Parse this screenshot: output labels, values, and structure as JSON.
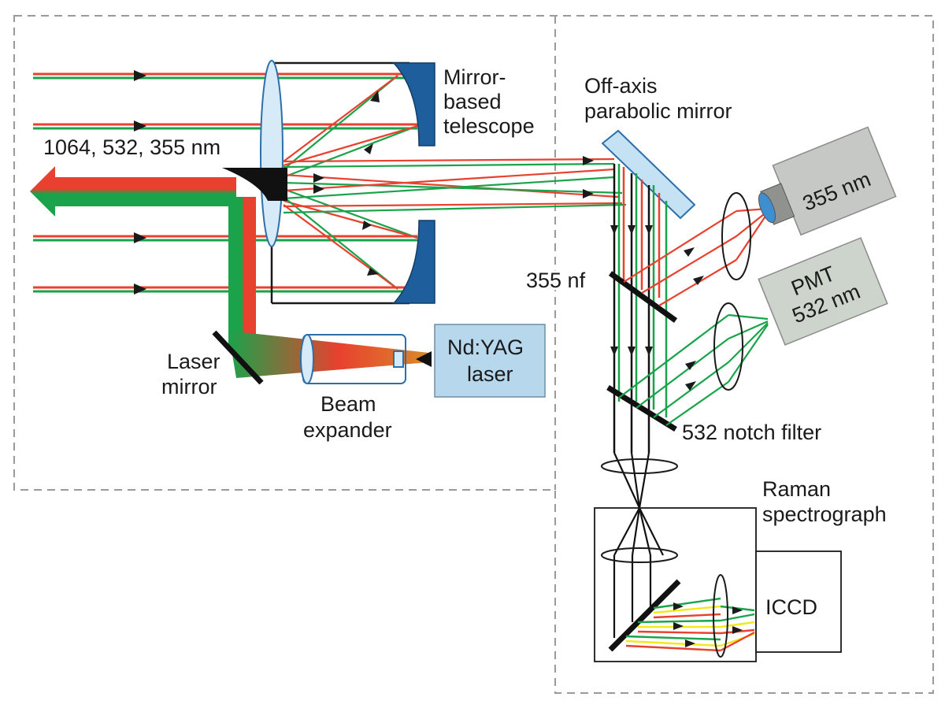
{
  "colors": {
    "red": "#e8412f",
    "green": "#1aa34a",
    "yellow": "#f2e81b",
    "mirror_blue": "#1f5e9c",
    "lens_fill": "#d6eaf8",
    "lens_stroke": "#2d6fa8",
    "box_fill_blue": "#b7d7ec",
    "camera_grey": "#c6c8c6",
    "pmt_grey": "#ccd4cc",
    "dashed_border": "#9a9a9a"
  },
  "labels": {
    "telescope": [
      "Mirror-",
      "based",
      "telescope"
    ],
    "off_axis": [
      "Off-axis",
      "parabolic mirror"
    ],
    "wavelengths": "1064, 532, 355 nm",
    "detector_355": "355 nm",
    "pmt": [
      "PMT",
      "532 nm"
    ],
    "nf355": "355 nf",
    "laser_mirror": [
      "Laser",
      "mirror"
    ],
    "beam_expander": [
      "Beam",
      "expander"
    ],
    "ndyag": [
      "Nd:YAG",
      "laser"
    ],
    "notch": "532 notch filter",
    "raman": [
      "Raman",
      "spectrograph"
    ],
    "iccd": "ICCD"
  },
  "icons": [
    "arrow-icon",
    "lens-icon",
    "mirror-icon",
    "camera-icon",
    "filter-icon"
  ]
}
